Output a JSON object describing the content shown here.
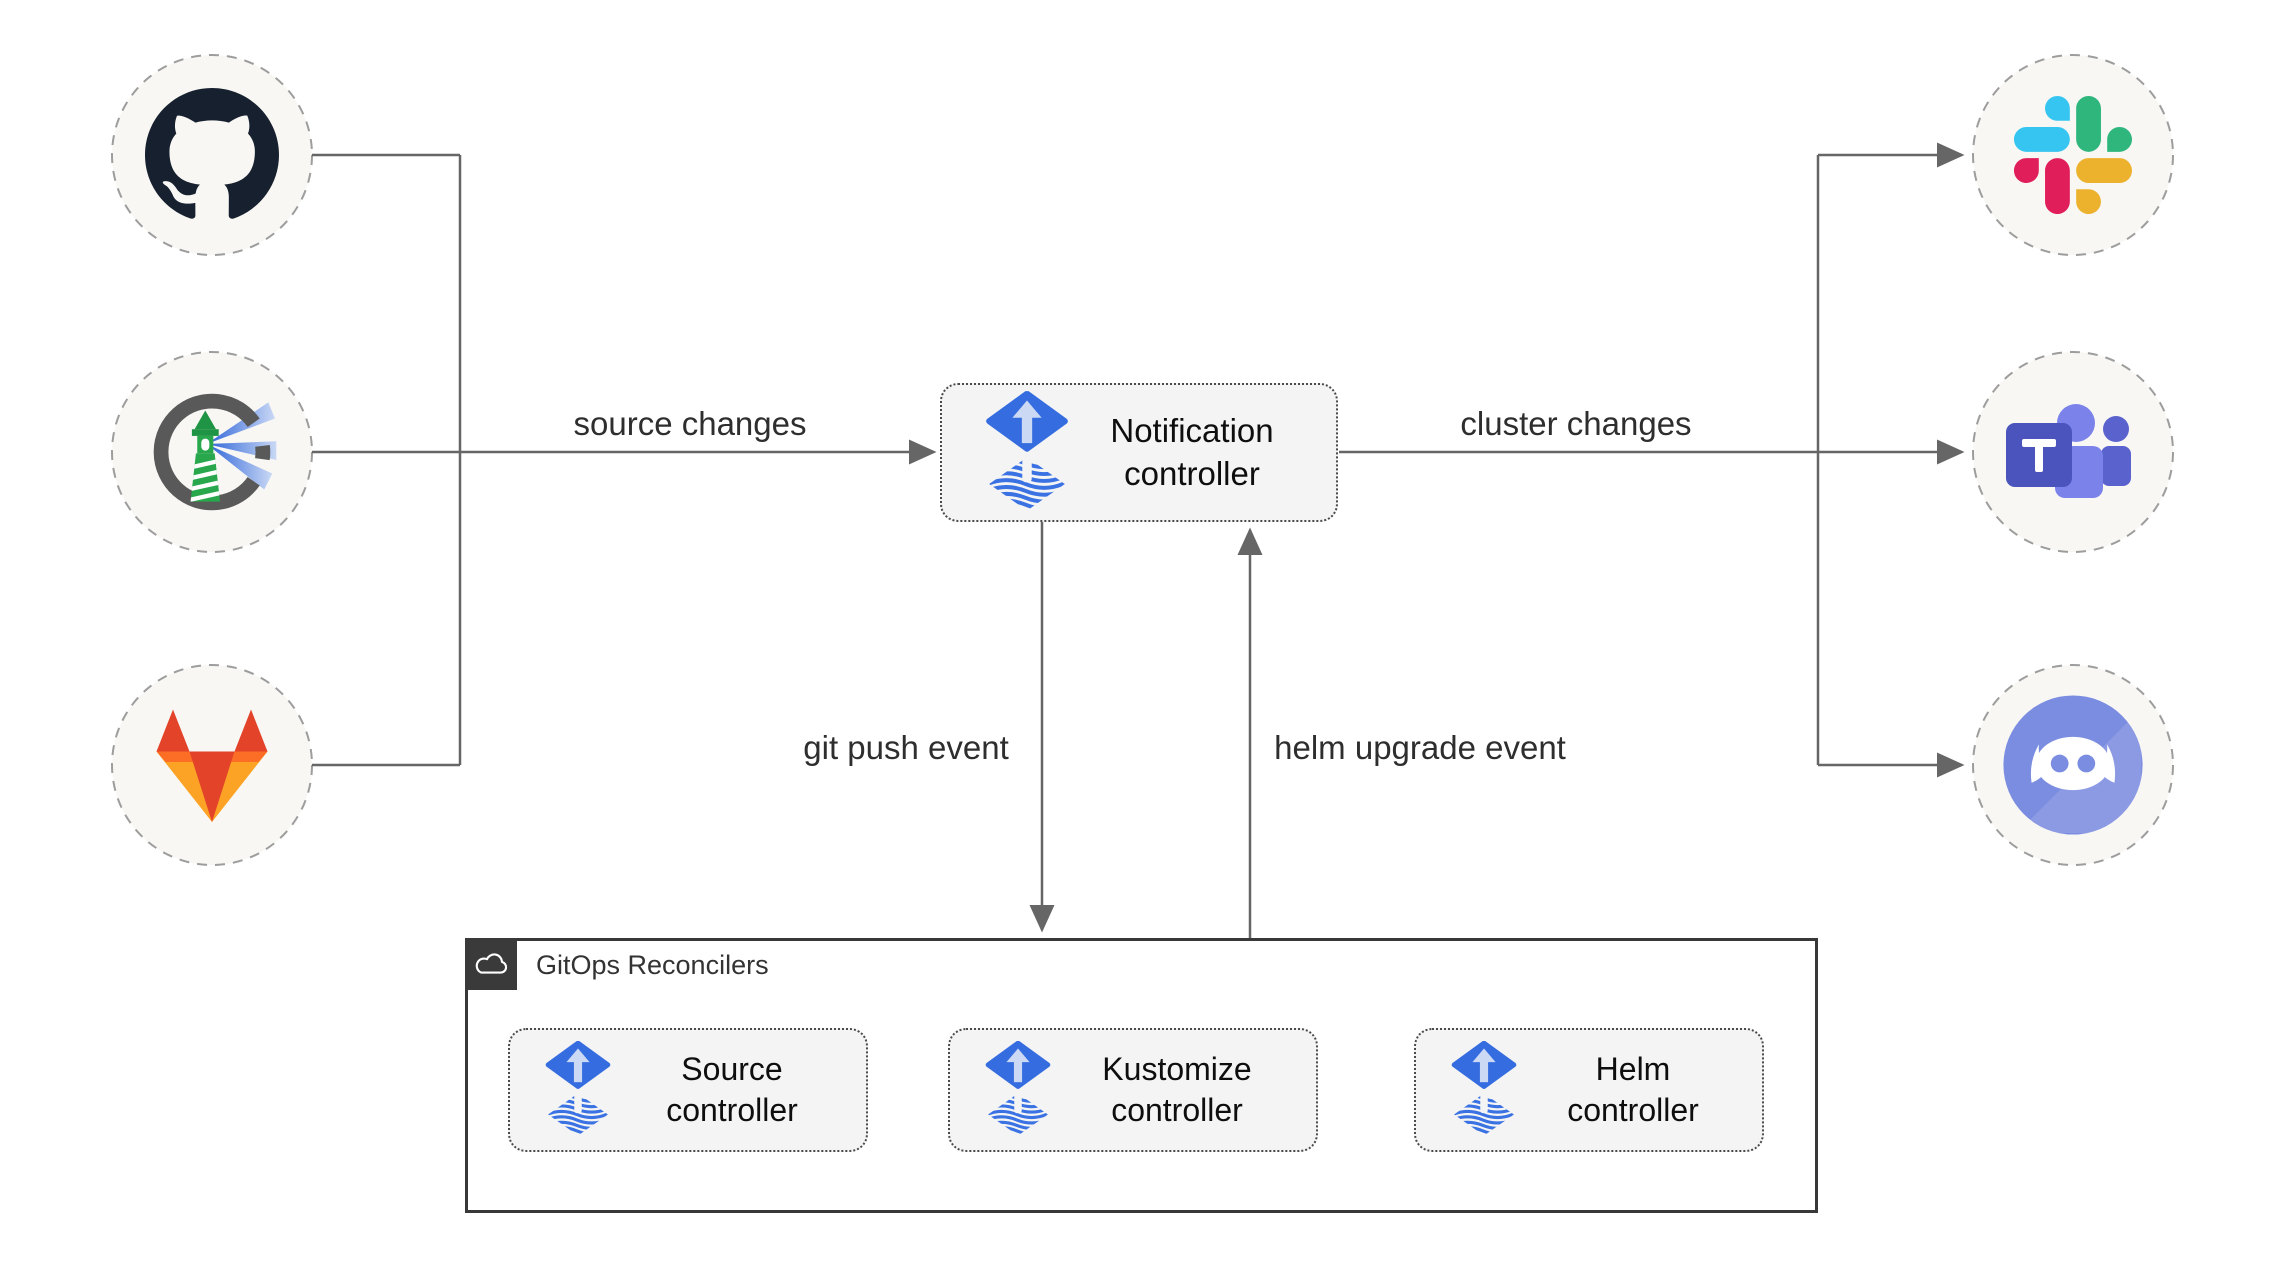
{
  "diagram_type": "flowchart",
  "colors": {
    "flux_blue": "#356de0",
    "flux_arrow_light": "#ccd9f4",
    "wire_gray": "#666666",
    "circle_fill": "#f8f7f4",
    "circle_border": "#9d9d9d",
    "box_fill": "#f4f4f4",
    "box_border_dark": "#383838",
    "slack_blue": "#36C5F0",
    "slack_green": "#2EB67D",
    "slack_yellow": "#ECB22E",
    "slack_red": "#E01E5A",
    "teams_purple": "#4b53bc",
    "teams_light_purple": "#7b83eb",
    "discord_blurple": "#7b8de0",
    "github_dark": "#17202e",
    "gitlab_red": "#e24329",
    "gitlab_orange": "#fc6d26",
    "gitlab_yellow": "#fca326",
    "registry_green": "#28a74c"
  },
  "sources": [
    {
      "id": "github",
      "icon": "github-icon"
    },
    {
      "id": "docker-registry",
      "icon": "docker-registry-icon"
    },
    {
      "id": "gitlab",
      "icon": "gitlab-icon"
    }
  ],
  "targets": [
    {
      "id": "slack",
      "icon": "slack-icon"
    },
    {
      "id": "ms-teams",
      "icon": "ms-teams-icon"
    },
    {
      "id": "discord",
      "icon": "discord-icon"
    }
  ],
  "notification_controller": {
    "label": "Notification\ncontroller",
    "icon": "flux-icon"
  },
  "edge_labels": {
    "source_changes": "source changes",
    "cluster_changes": "cluster changes",
    "git_push_event": "git push event",
    "helm_upgrade_event": "helm upgrade event"
  },
  "gitops_reconcilers": {
    "title": "GitOps Reconcilers",
    "icon": "cloud-icon",
    "controllers": [
      {
        "label": "Source\ncontroller",
        "icon": "flux-icon"
      },
      {
        "label": "Kustomize\ncontroller",
        "icon": "flux-icon"
      },
      {
        "label": "Helm\ncontroller",
        "icon": "flux-icon"
      }
    ]
  }
}
